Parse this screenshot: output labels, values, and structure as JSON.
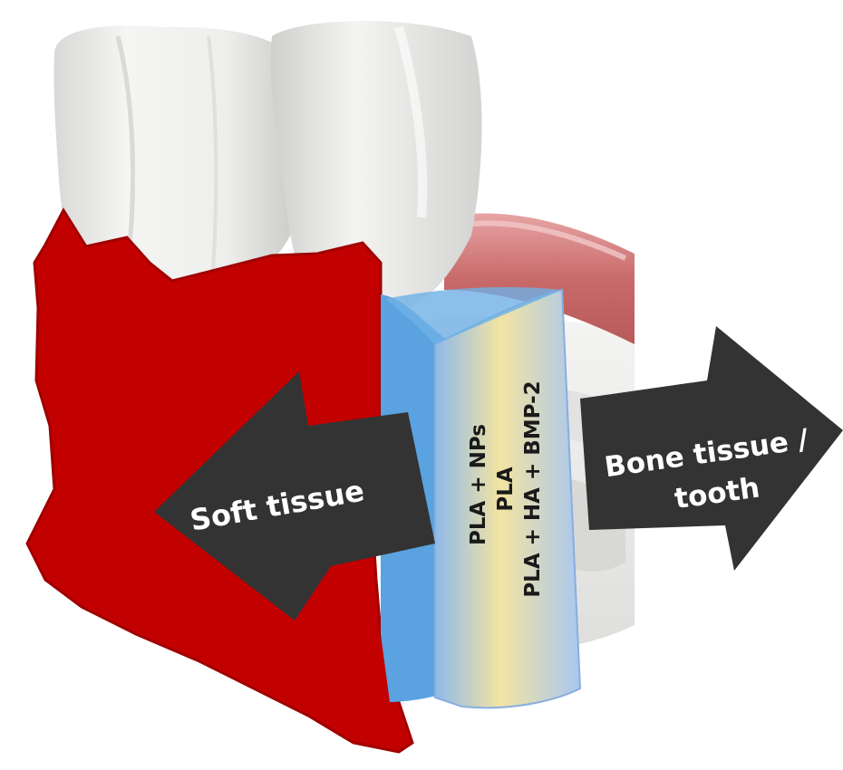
{
  "diagram": {
    "soft_tissue_label": "Soft tissue",
    "bone_tissue_label_line1": "Bone tissue /",
    "bone_tissue_label_line2": "tooth",
    "layers": [
      {
        "label": "PLA + NPs"
      },
      {
        "label": "PLA"
      },
      {
        "label": "PLA + HA + BMP-2"
      }
    ]
  },
  "colors": {
    "soft_tissue_fill": "#c20000",
    "arrow_fill": "#333333",
    "gum_pink": "#d98a8a",
    "membrane_blue": "#5aa3e0",
    "membrane_yellow": "#f3e4a2",
    "tooth_white": "#ececec"
  }
}
